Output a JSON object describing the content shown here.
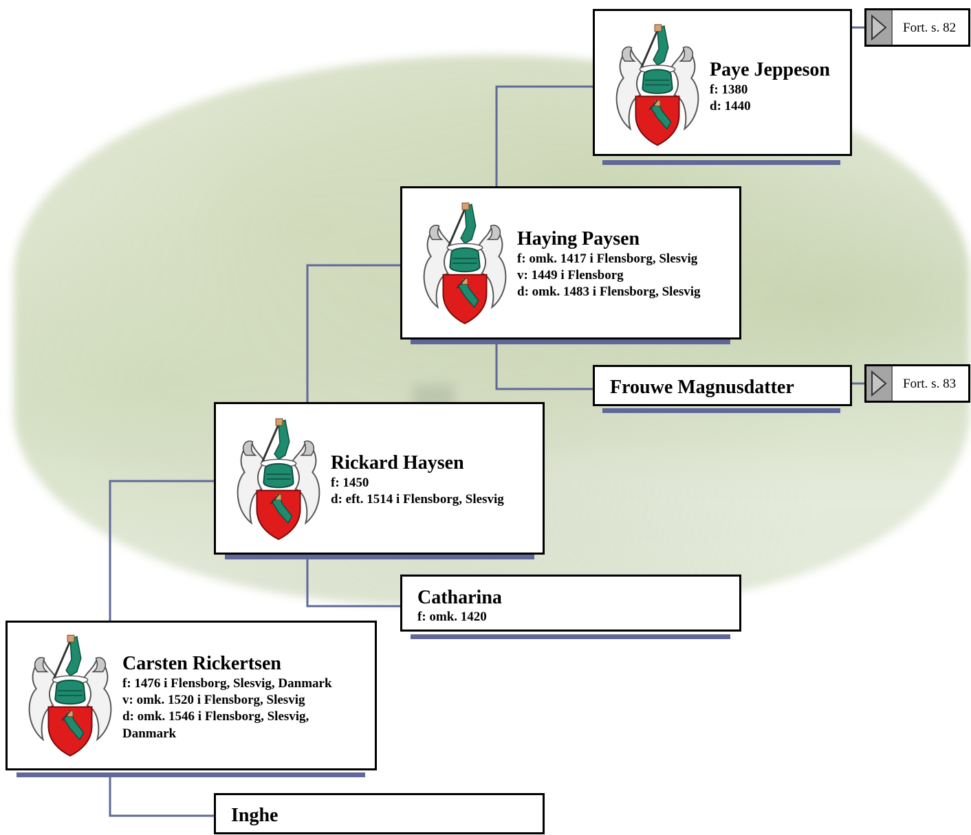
{
  "persons": {
    "paye": {
      "name": "Paye Jeppeson",
      "facts": [
        "f: 1380",
        "d: 1440"
      ]
    },
    "haying": {
      "name": "Haying Paysen",
      "facts": [
        "f: omk. 1417 i Flensborg, Slesvig",
        "v: 1449 i Flensborg",
        "d: omk. 1483 i Flensborg, Slesvig"
      ]
    },
    "frouwe": {
      "name": "Frouwe Magnusdatter"
    },
    "rickard": {
      "name": "Rickard Haysen",
      "facts": [
        "f: 1450",
        "d: eft. 1514 i Flensborg, Slesvig"
      ]
    },
    "catharina": {
      "name": "Catharina",
      "facts": [
        "f: omk. 1420"
      ]
    },
    "carsten": {
      "name": "Carsten Rickertsen",
      "facts": [
        "f: 1476 i Flensborg, Slesvig, Danmark",
        "v: omk. 1520 i Flensborg, Slesvig",
        "d: omk. 1546 i Flensborg, Slesvig,",
        "Danmark"
      ]
    },
    "inghe": {
      "name": "Inghe"
    }
  },
  "continuations": {
    "paye": "Fort. s. 82",
    "frouwe": "Fort. s. 83"
  },
  "colors": {
    "line": "#5f6899",
    "shadow": "#5f6899",
    "crest_red": "#e01b1b",
    "crest_green": "#1e8a6e"
  }
}
